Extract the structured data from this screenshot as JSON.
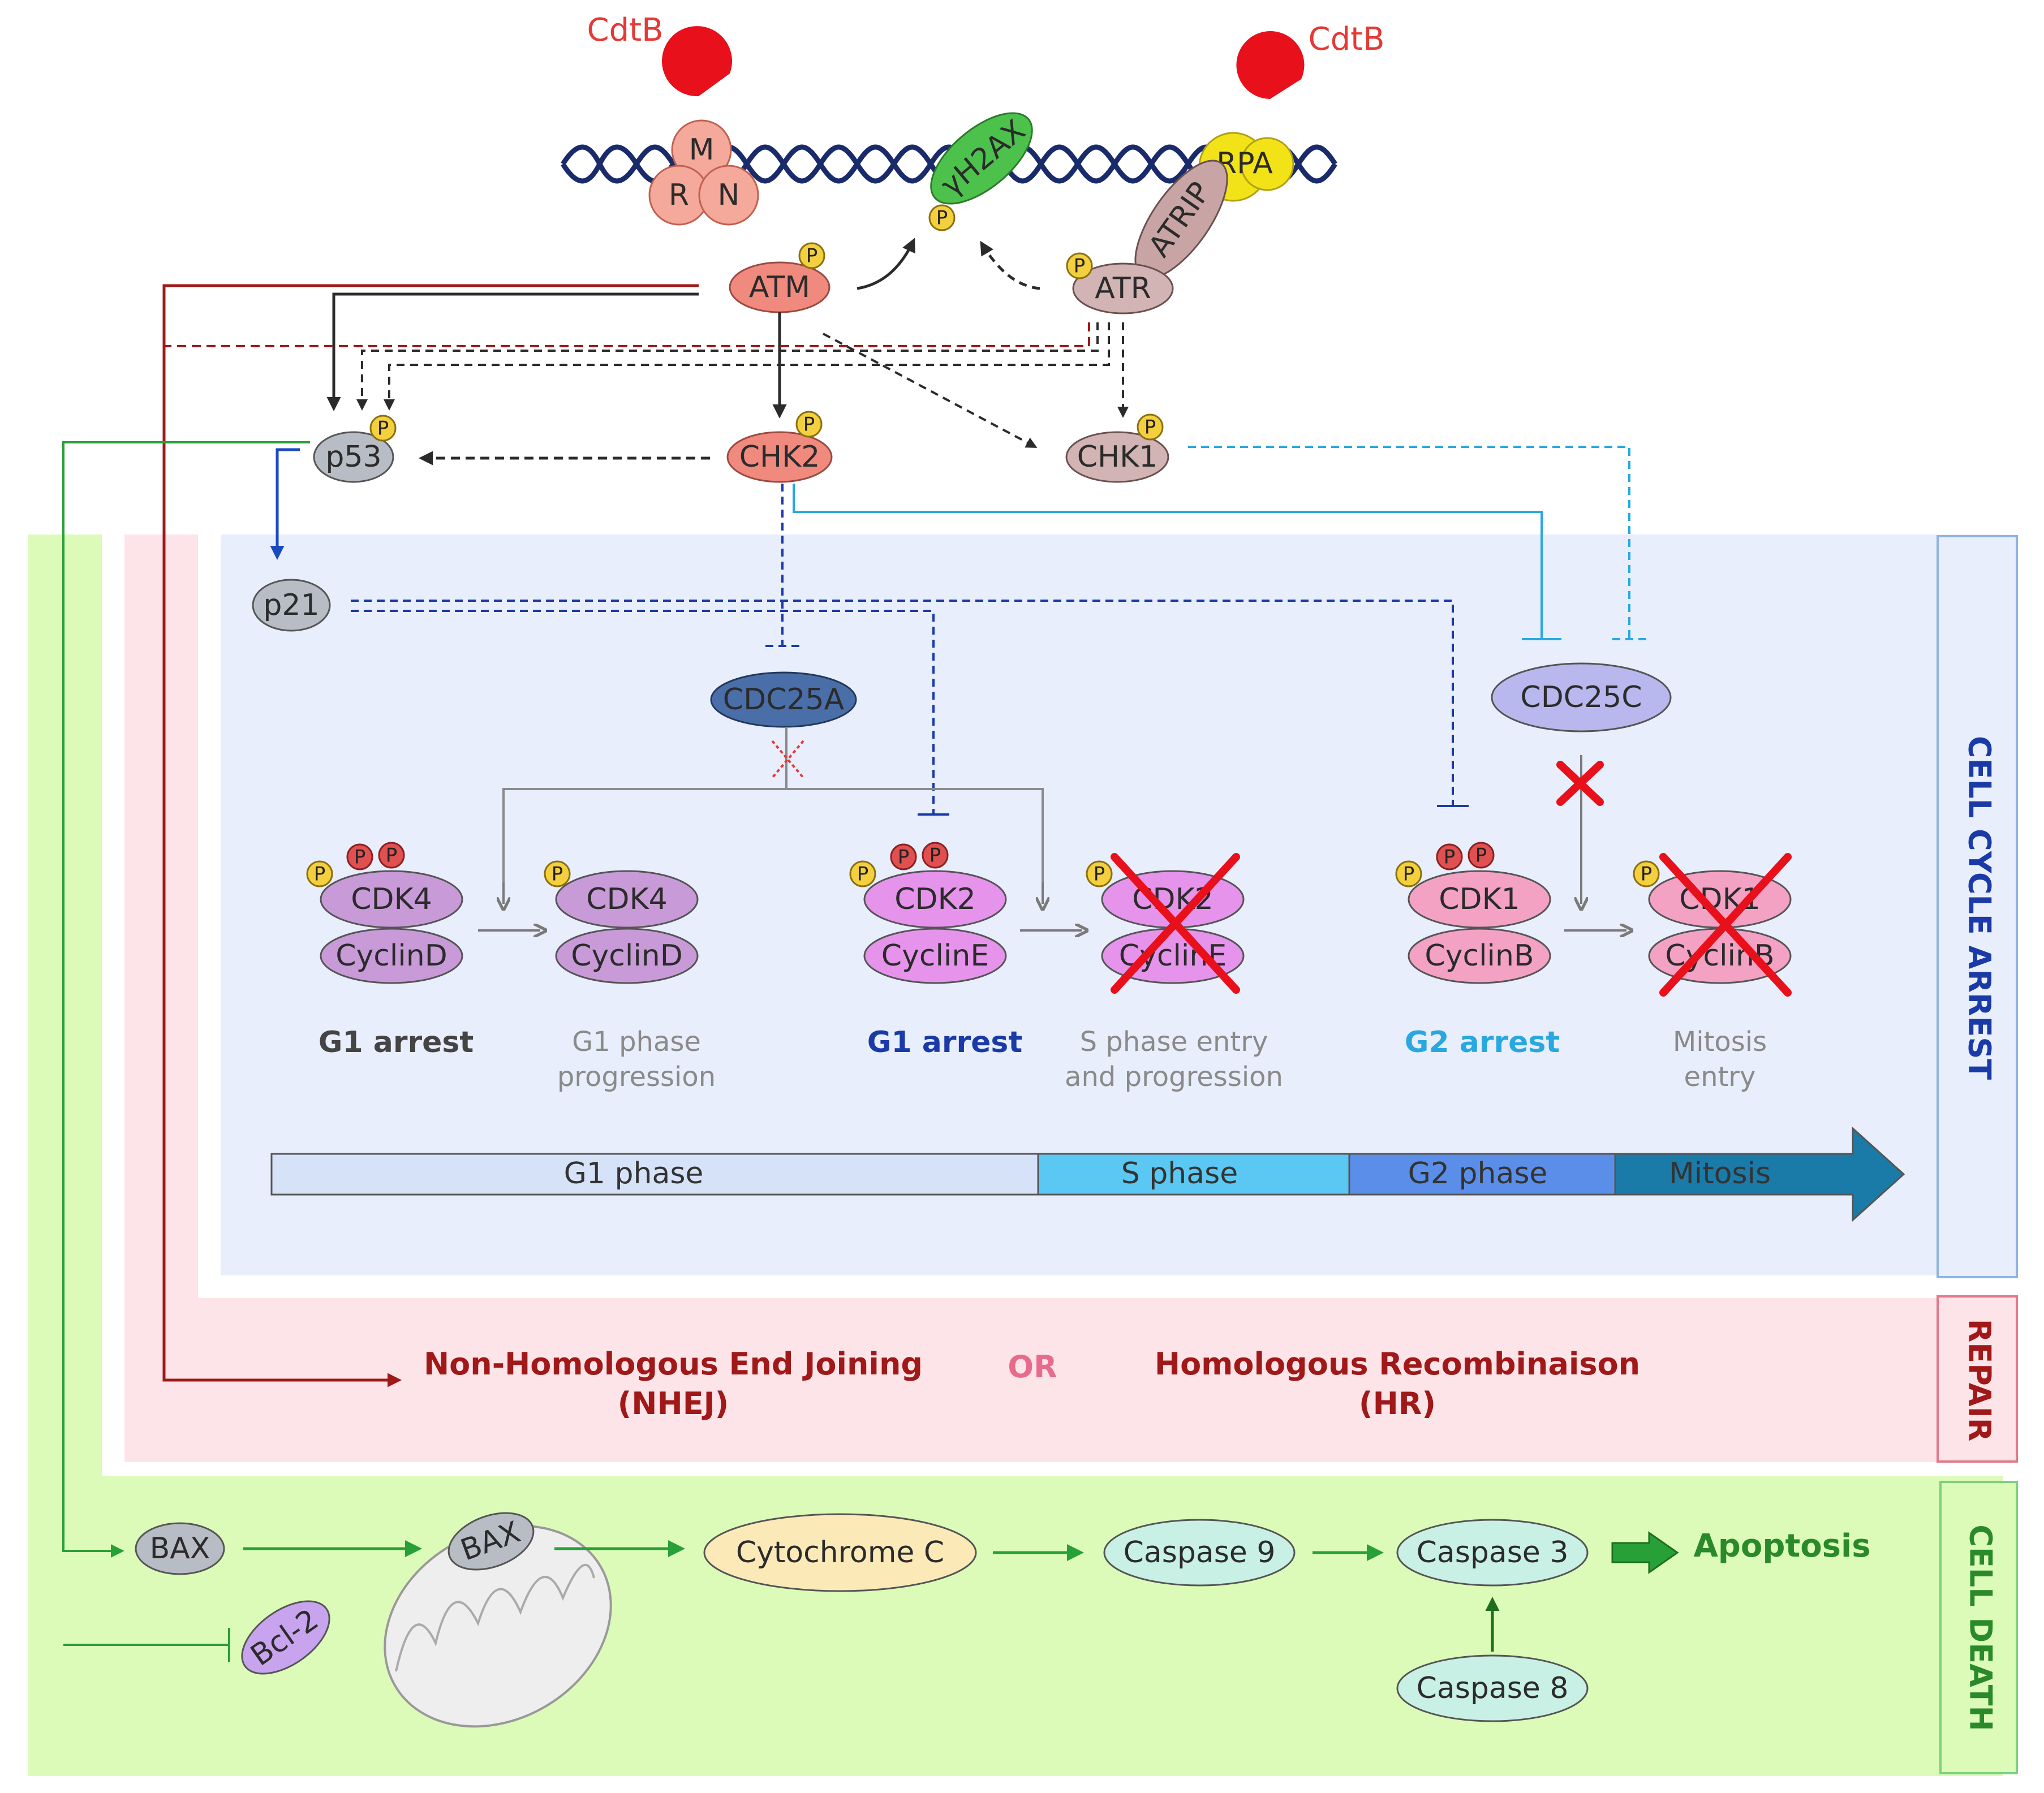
{
  "colors": {
    "cell_cycle_panel": "#e8eefb",
    "repair_panel": "#fce4e8",
    "death_panel": "#dcfbb8",
    "ink": "#2b2b2b",
    "cdtb_red": "#e53935",
    "dna_blue": "#1a2b6b",
    "dark_blue": "#1a3aa8",
    "light_blue": "#29a8e0",
    "repair_red": "#a01818",
    "or_pink": "#e76b8a",
    "death_green": "#28a038",
    "apoptosis_green": "#2a8a2a",
    "phospho_yellow": "#f4d03f",
    "phospho_red": "#e05050"
  },
  "icons": [
    "cdtb-pacman-icon",
    "dna-helix-icon",
    "phosphate-icon",
    "cross-icon",
    "mitochondrion-icon",
    "block-arrow-icon"
  ],
  "cdtb": {
    "left": "CdtB",
    "right": "CdtB"
  },
  "mrn": {
    "m": "M",
    "r": "R",
    "n": "N"
  },
  "proteins": {
    "gh2ax": "γH2AX",
    "rpa": "RPA",
    "atrip": "ATRIP",
    "atm": "ATM",
    "atr": "ATR",
    "p53": "p53",
    "chk2": "CHK2",
    "chk1": "CHK1",
    "p21": "p21",
    "cdc25a": "CDC25A",
    "cdc25c": "CDC25C"
  },
  "phospho": "P",
  "complexes": [
    {
      "cdk": "CDK4",
      "cyclin": "CyclinD"
    },
    {
      "cdk": "CDK4",
      "cyclin": "CyclinD"
    },
    {
      "cdk": "CDK2",
      "cyclin": "CyclinE"
    },
    {
      "cdk": "CDK2",
      "cyclin": "CyclinE"
    },
    {
      "cdk": "CDK1",
      "cyclin": "CyclinB"
    },
    {
      "cdk": "CDK1",
      "cyclin": "CyclinB"
    }
  ],
  "outcomes": {
    "g1_arrest_a": "G1 arrest",
    "g1_prog_1": "G1 phase",
    "g1_prog_2": "progression",
    "g1_arrest_b": "G1 arrest",
    "s_entry_1": "S phase entry",
    "s_entry_2": "and progression",
    "g2_arrest": "G2 arrest",
    "mitosis_entry_1": "Mitosis",
    "mitosis_entry_2": "entry"
  },
  "phases": [
    "G1 phase",
    "S phase",
    "G2 phase",
    "Mitosis"
  ],
  "repair": {
    "nhej_1": "Non-Homologous End Joining",
    "nhej_2": "(NHEJ)",
    "or": "OR",
    "hr_1": "Homologous Recombinaison",
    "hr_2": "(HR)"
  },
  "death": {
    "bax1": "BAX",
    "bax2": "BAX",
    "bcl2": "Bcl-2",
    "cytc": "Cytochrome C",
    "casp9": "Caspase 9",
    "casp3": "Caspase 3",
    "casp8": "Caspase 8",
    "apoptosis": "Apoptosis"
  },
  "side_labels": {
    "cell_cycle": "CELL CYCLE ARREST",
    "repair": "REPAIR",
    "death": "CELL DEATH"
  }
}
